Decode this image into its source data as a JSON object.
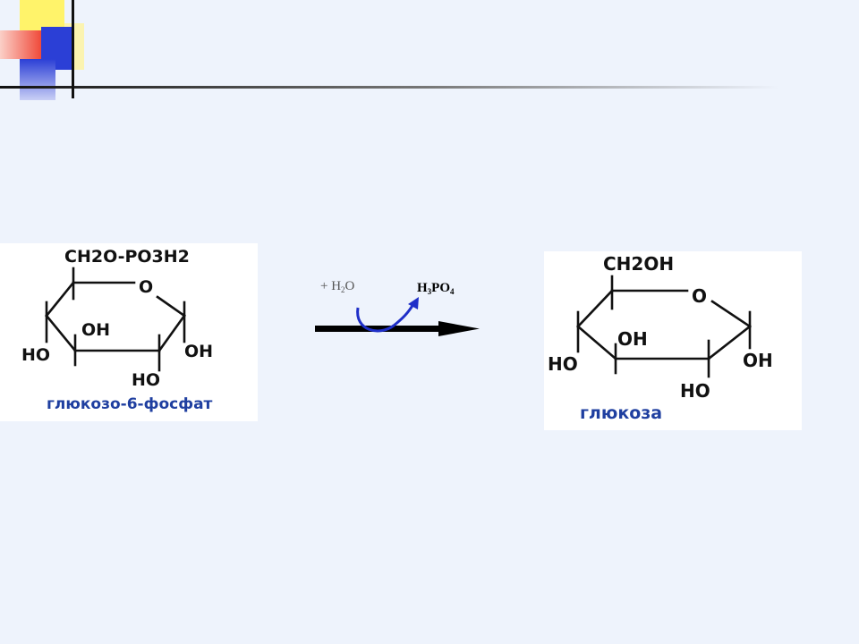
{
  "slide": {
    "colors": {
      "background": "#eef3fc",
      "accent_blue": "#2b3fd6",
      "accent_red": "#f04a3a",
      "accent_yellow": "#fff36a",
      "caption": "#1f3fa0",
      "arrow": "#000000",
      "curved_arrow": "#1f2fc8"
    }
  },
  "left_molecule": {
    "substituent": "CH2O-PO3H2",
    "ring_oxygen": "O",
    "oh_inner": "OH",
    "oh_left": "HO",
    "oh_bottom": "HO",
    "oh_right": "OH",
    "caption": "глюкозо-6-фосфат"
  },
  "reaction": {
    "reagent_in": "+ H",
    "reagent_in_sub": "2",
    "reagent_in_tail": "O",
    "product_out": "H",
    "product_out_sub1": "3",
    "product_out_mid": "PO",
    "product_out_sub2": "4"
  },
  "right_molecule": {
    "substituent": "CH2OH",
    "ring_oxygen": "O",
    "oh_inner": "OH",
    "oh_left": "HO",
    "oh_bottom": "HO",
    "oh_right": "OH",
    "caption": "глюкоза"
  }
}
